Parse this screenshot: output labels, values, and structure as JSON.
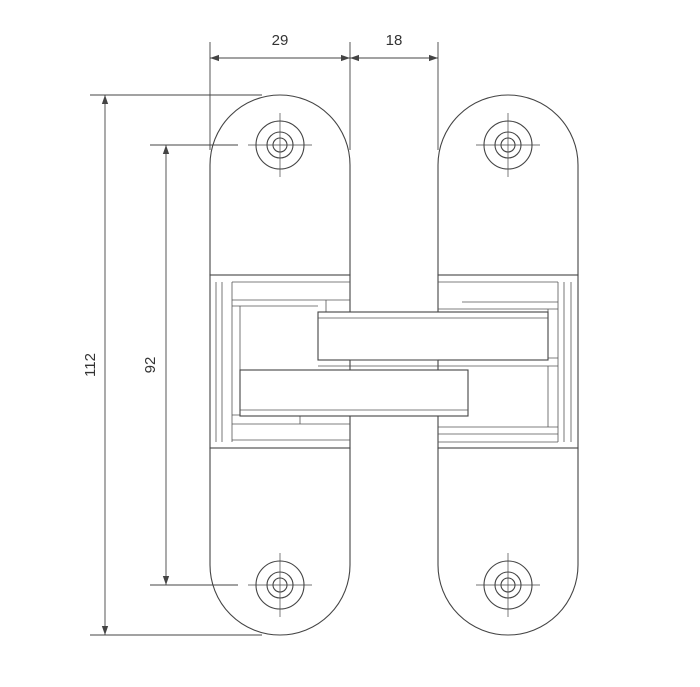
{
  "dimensions": {
    "top_width": "29",
    "gap_width": "18",
    "overall_height": "112",
    "hole_spacing": "92"
  },
  "colors": {
    "line": "#444444",
    "text": "#333333",
    "background": "#ffffff"
  }
}
